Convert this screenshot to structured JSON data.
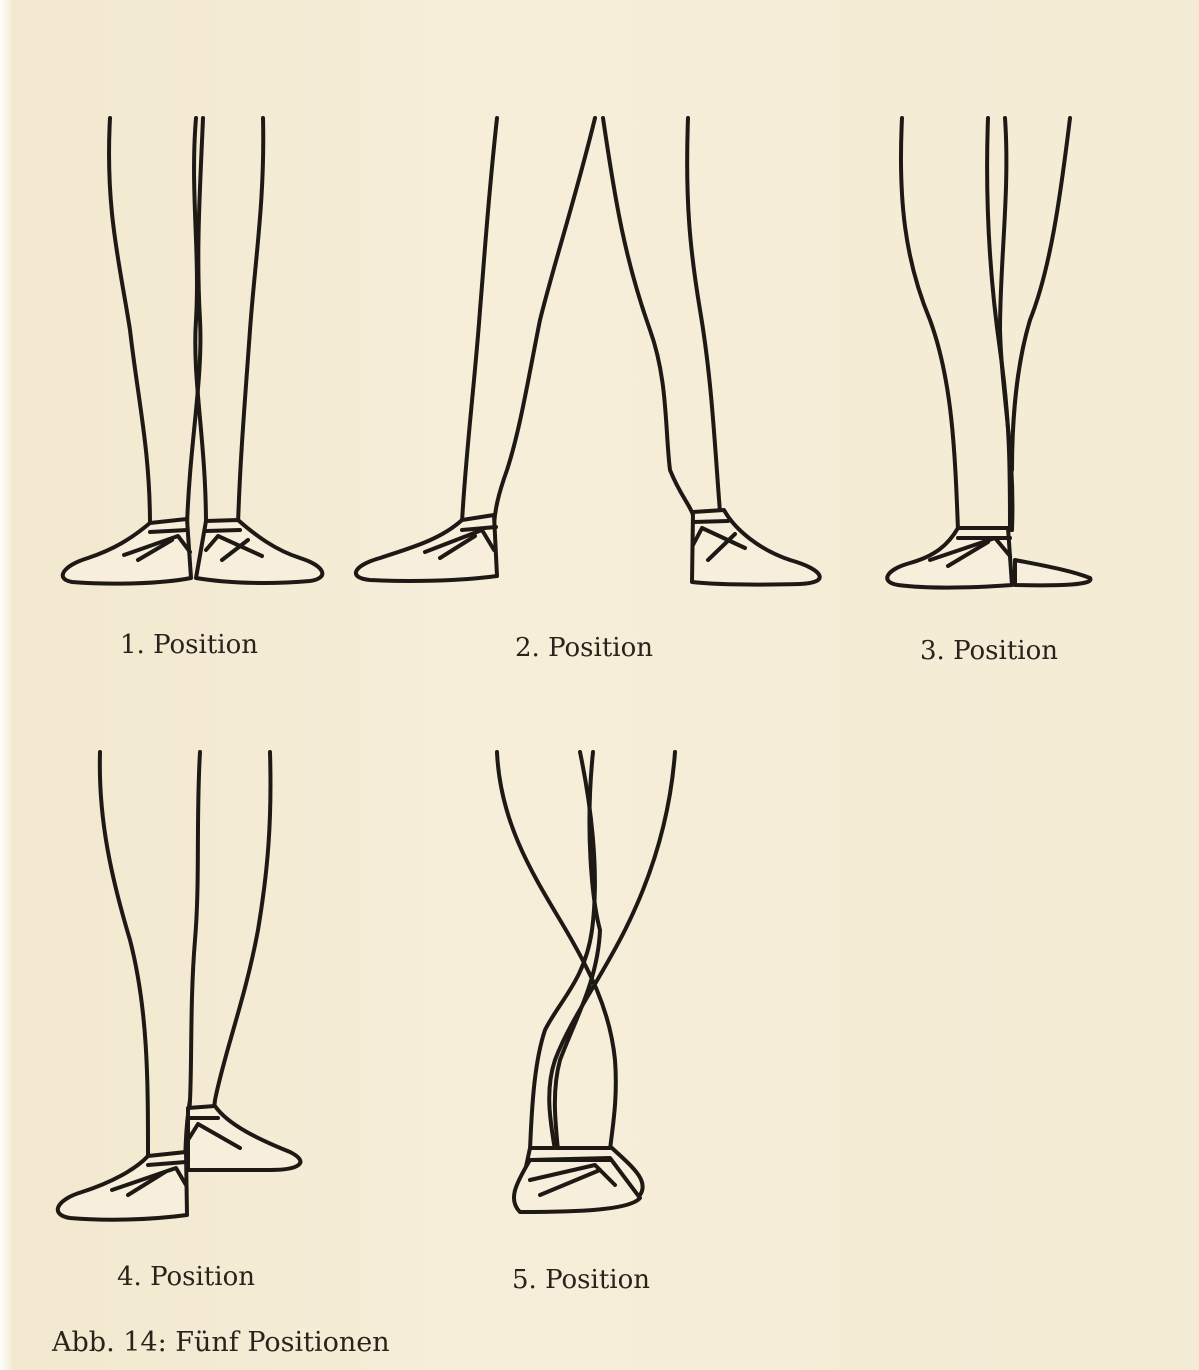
{
  "figure": {
    "positions": [
      {
        "label": "1. Position"
      },
      {
        "label": "2. Position"
      },
      {
        "label": "3. Position"
      },
      {
        "label": "4. Position"
      },
      {
        "label": "5. Position"
      }
    ],
    "caption": "Abb. 14: Fünf Positionen"
  },
  "colors": {
    "paper": "#f5ecd6",
    "ink": "#1e1914",
    "shoe_fill": "#f7efdc"
  }
}
